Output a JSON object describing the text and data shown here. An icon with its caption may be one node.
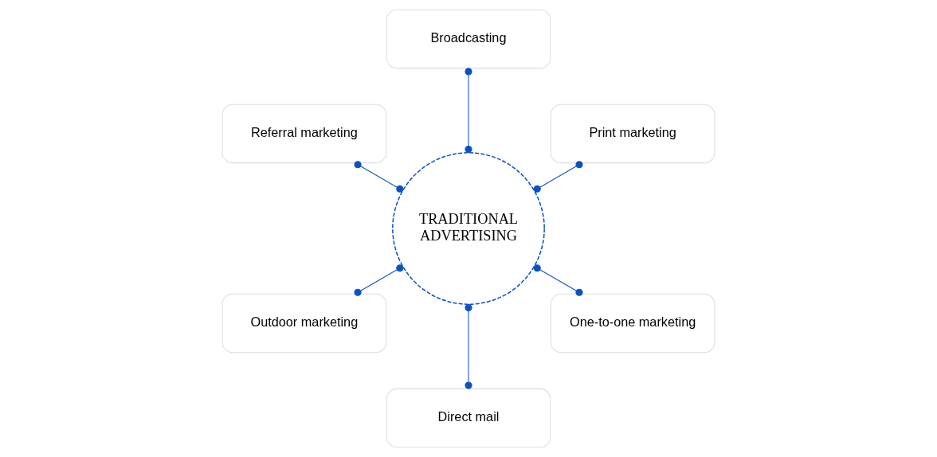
{
  "diagram": {
    "nodes": [
      {
        "text": [
          "TRADITIONAL ADVERTISING"
        ]
      },
      {
        "text": [
          "Print marketing"
        ]
      },
      {
        "text": [
          "Broadcasting"
        ]
      },
      {
        "text": [
          "Referral marketing"
        ]
      },
      {
        "text": [
          "Outdoor marketing"
        ]
      },
      {
        "text": [
          "Direct mail"
        ]
      },
      {
        "text": [
          "One-to-one marketing"
        ]
      }
    ],
    "edges": [
      {
        "from": 0,
        "to": 1,
        "arrow": "other"
      },
      {
        "from": 0,
        "to": 2,
        "arrow": "other"
      },
      {
        "from": 0,
        "to": 3,
        "arrow": "other"
      },
      {
        "from": 0,
        "to": 4,
        "arrow": "other"
      },
      {
        "from": 0,
        "to": 5,
        "arrow": "other"
      },
      {
        "from": 0,
        "to": 6,
        "arrow": "other"
      }
    ]
  }
}
